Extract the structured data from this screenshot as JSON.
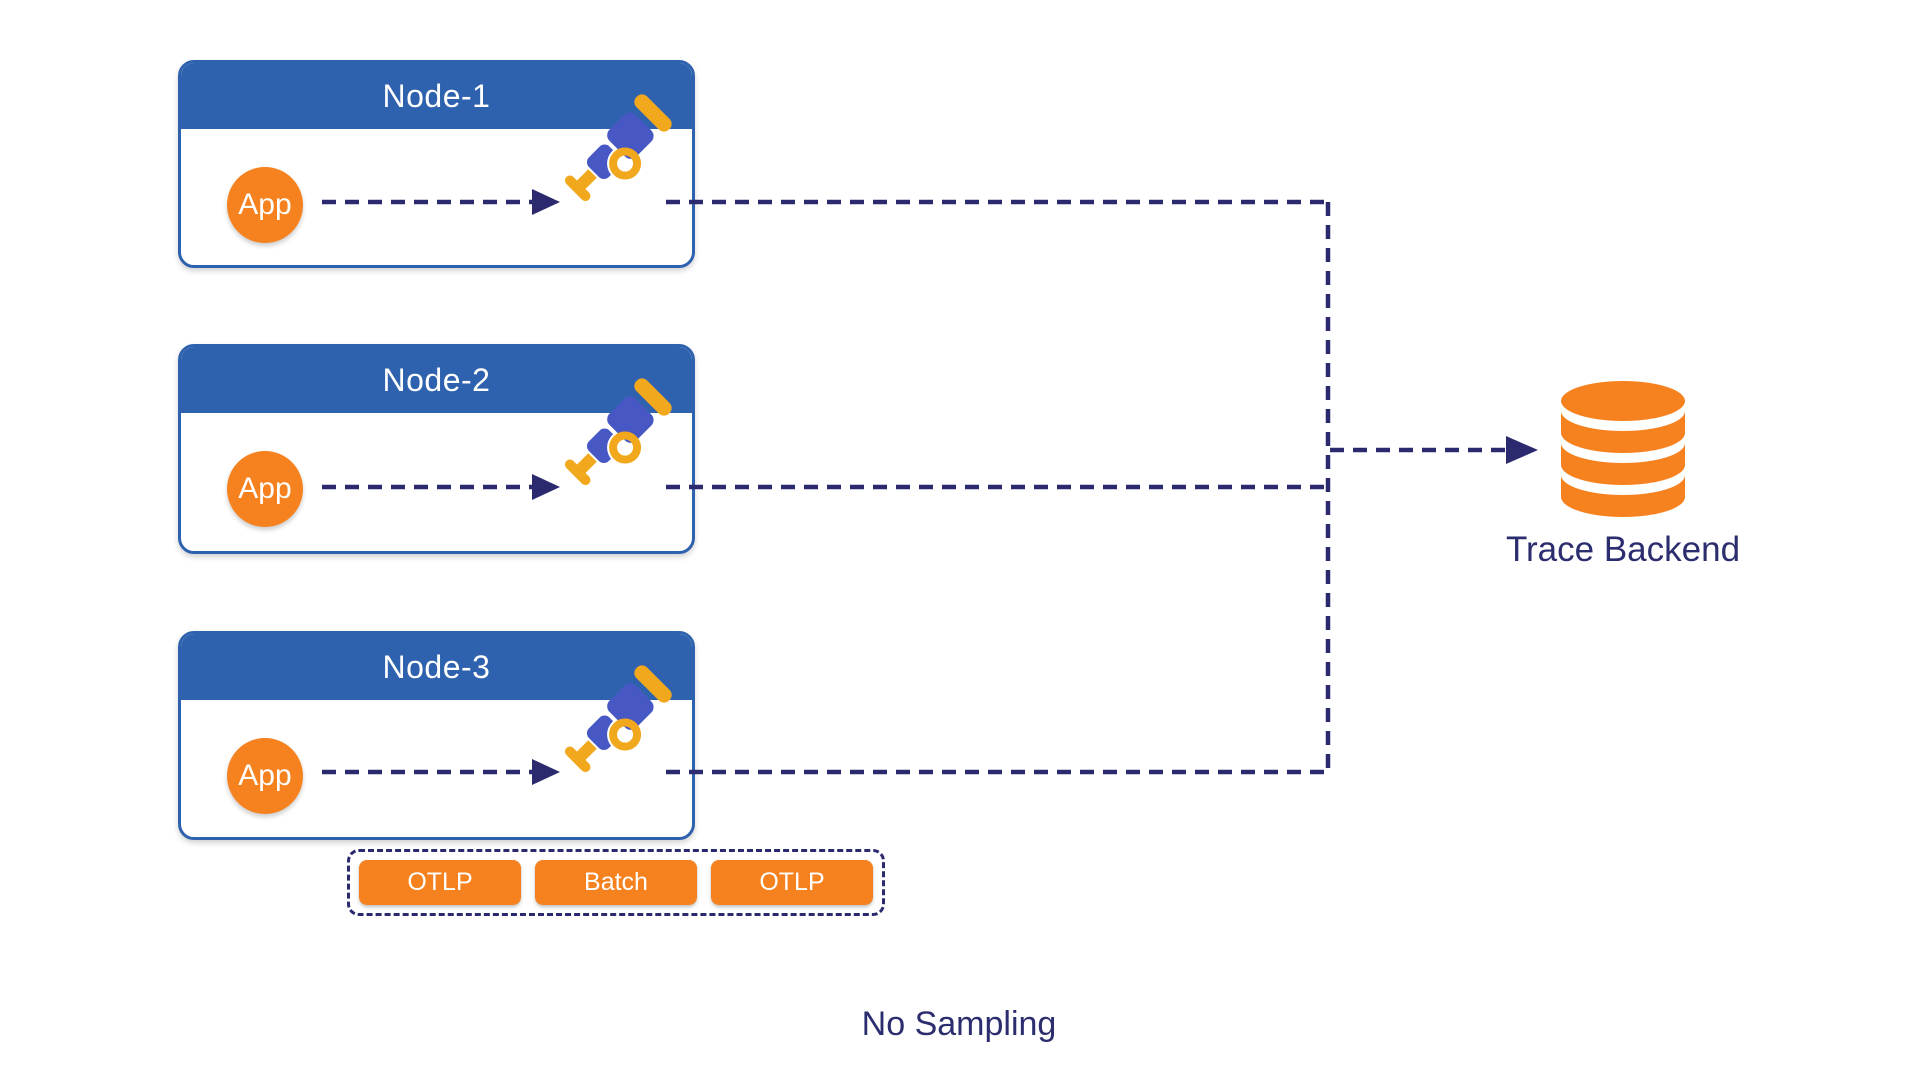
{
  "colors": {
    "node_header_blue": "#2f62ae",
    "orange": "#f6821f",
    "telescope_blue": "#4758c5",
    "telescope_orange": "#f2a81d",
    "line_navy": "#2b2a6e",
    "text_navy": "#2b2d6e"
  },
  "diagram": {
    "nodes": [
      {
        "title": "Node-1",
        "app_label": "App"
      },
      {
        "title": "Node-2",
        "app_label": "App"
      },
      {
        "title": "Node-3",
        "app_label": "App"
      }
    ],
    "collector_pipeline": {
      "steps": [
        "OTLP",
        "Batch",
        "OTLP"
      ]
    },
    "backend": {
      "label": "Trace Backend"
    },
    "caption": "No Sampling"
  }
}
